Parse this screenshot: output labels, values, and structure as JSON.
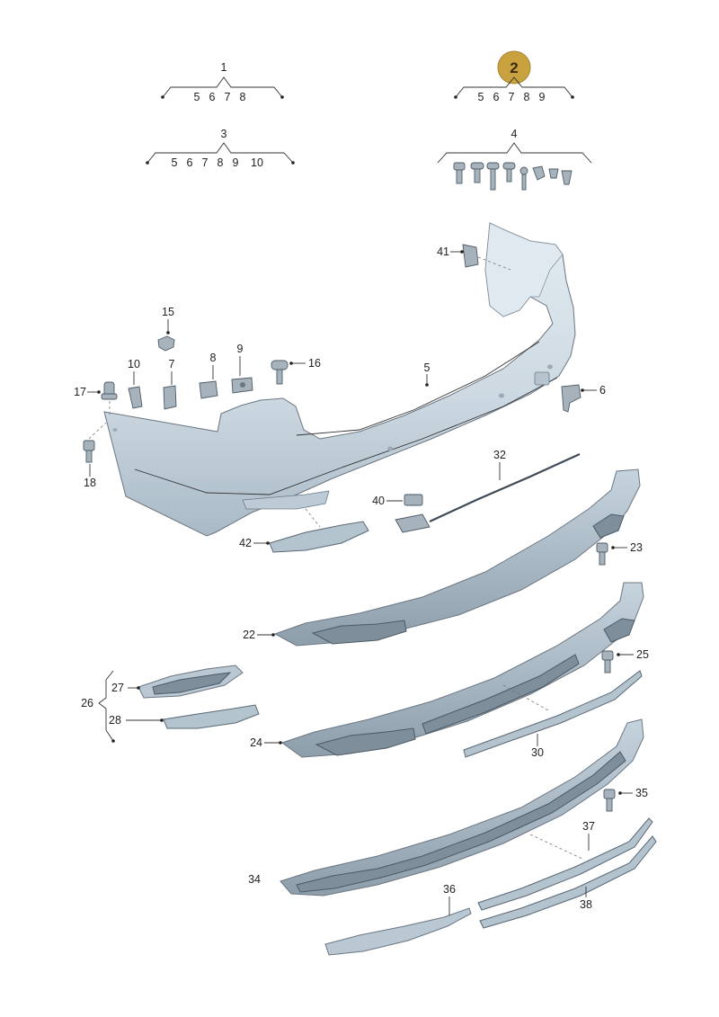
{
  "badge": {
    "text": "2",
    "color": "#c9a13f"
  },
  "groups": [
    {
      "label": "1",
      "subs": [
        "5",
        "6",
        "7",
        "8"
      ]
    },
    {
      "label": "2",
      "subs": [
        "5",
        "6",
        "7",
        "8",
        "9"
      ]
    },
    {
      "label": "3",
      "subs": [
        "5",
        "6",
        "7",
        "8",
        "9",
        "10"
      ]
    },
    {
      "label": "4"
    }
  ],
  "callouts": {
    "p5": "5",
    "p6": "6",
    "p7": "7",
    "p8": "8",
    "p9": "9",
    "p10": "10",
    "p15": "15",
    "p16": "16",
    "p17": "17",
    "p18": "18",
    "p22": "22",
    "p23": "23",
    "p24": "24",
    "p25": "25",
    "p26": "26",
    "p27": "27",
    "p28": "28",
    "p30": "30",
    "p32": "32",
    "p34": "34",
    "p35": "35",
    "p36": "36",
    "p37": "37",
    "p38": "38",
    "p40": "40",
    "p41": "41",
    "p42": "42"
  },
  "colors": {
    "body": "#cfdbe4",
    "body_dark": "#a9bac6",
    "grille": "#7e8e9b",
    "line": "#333333"
  }
}
